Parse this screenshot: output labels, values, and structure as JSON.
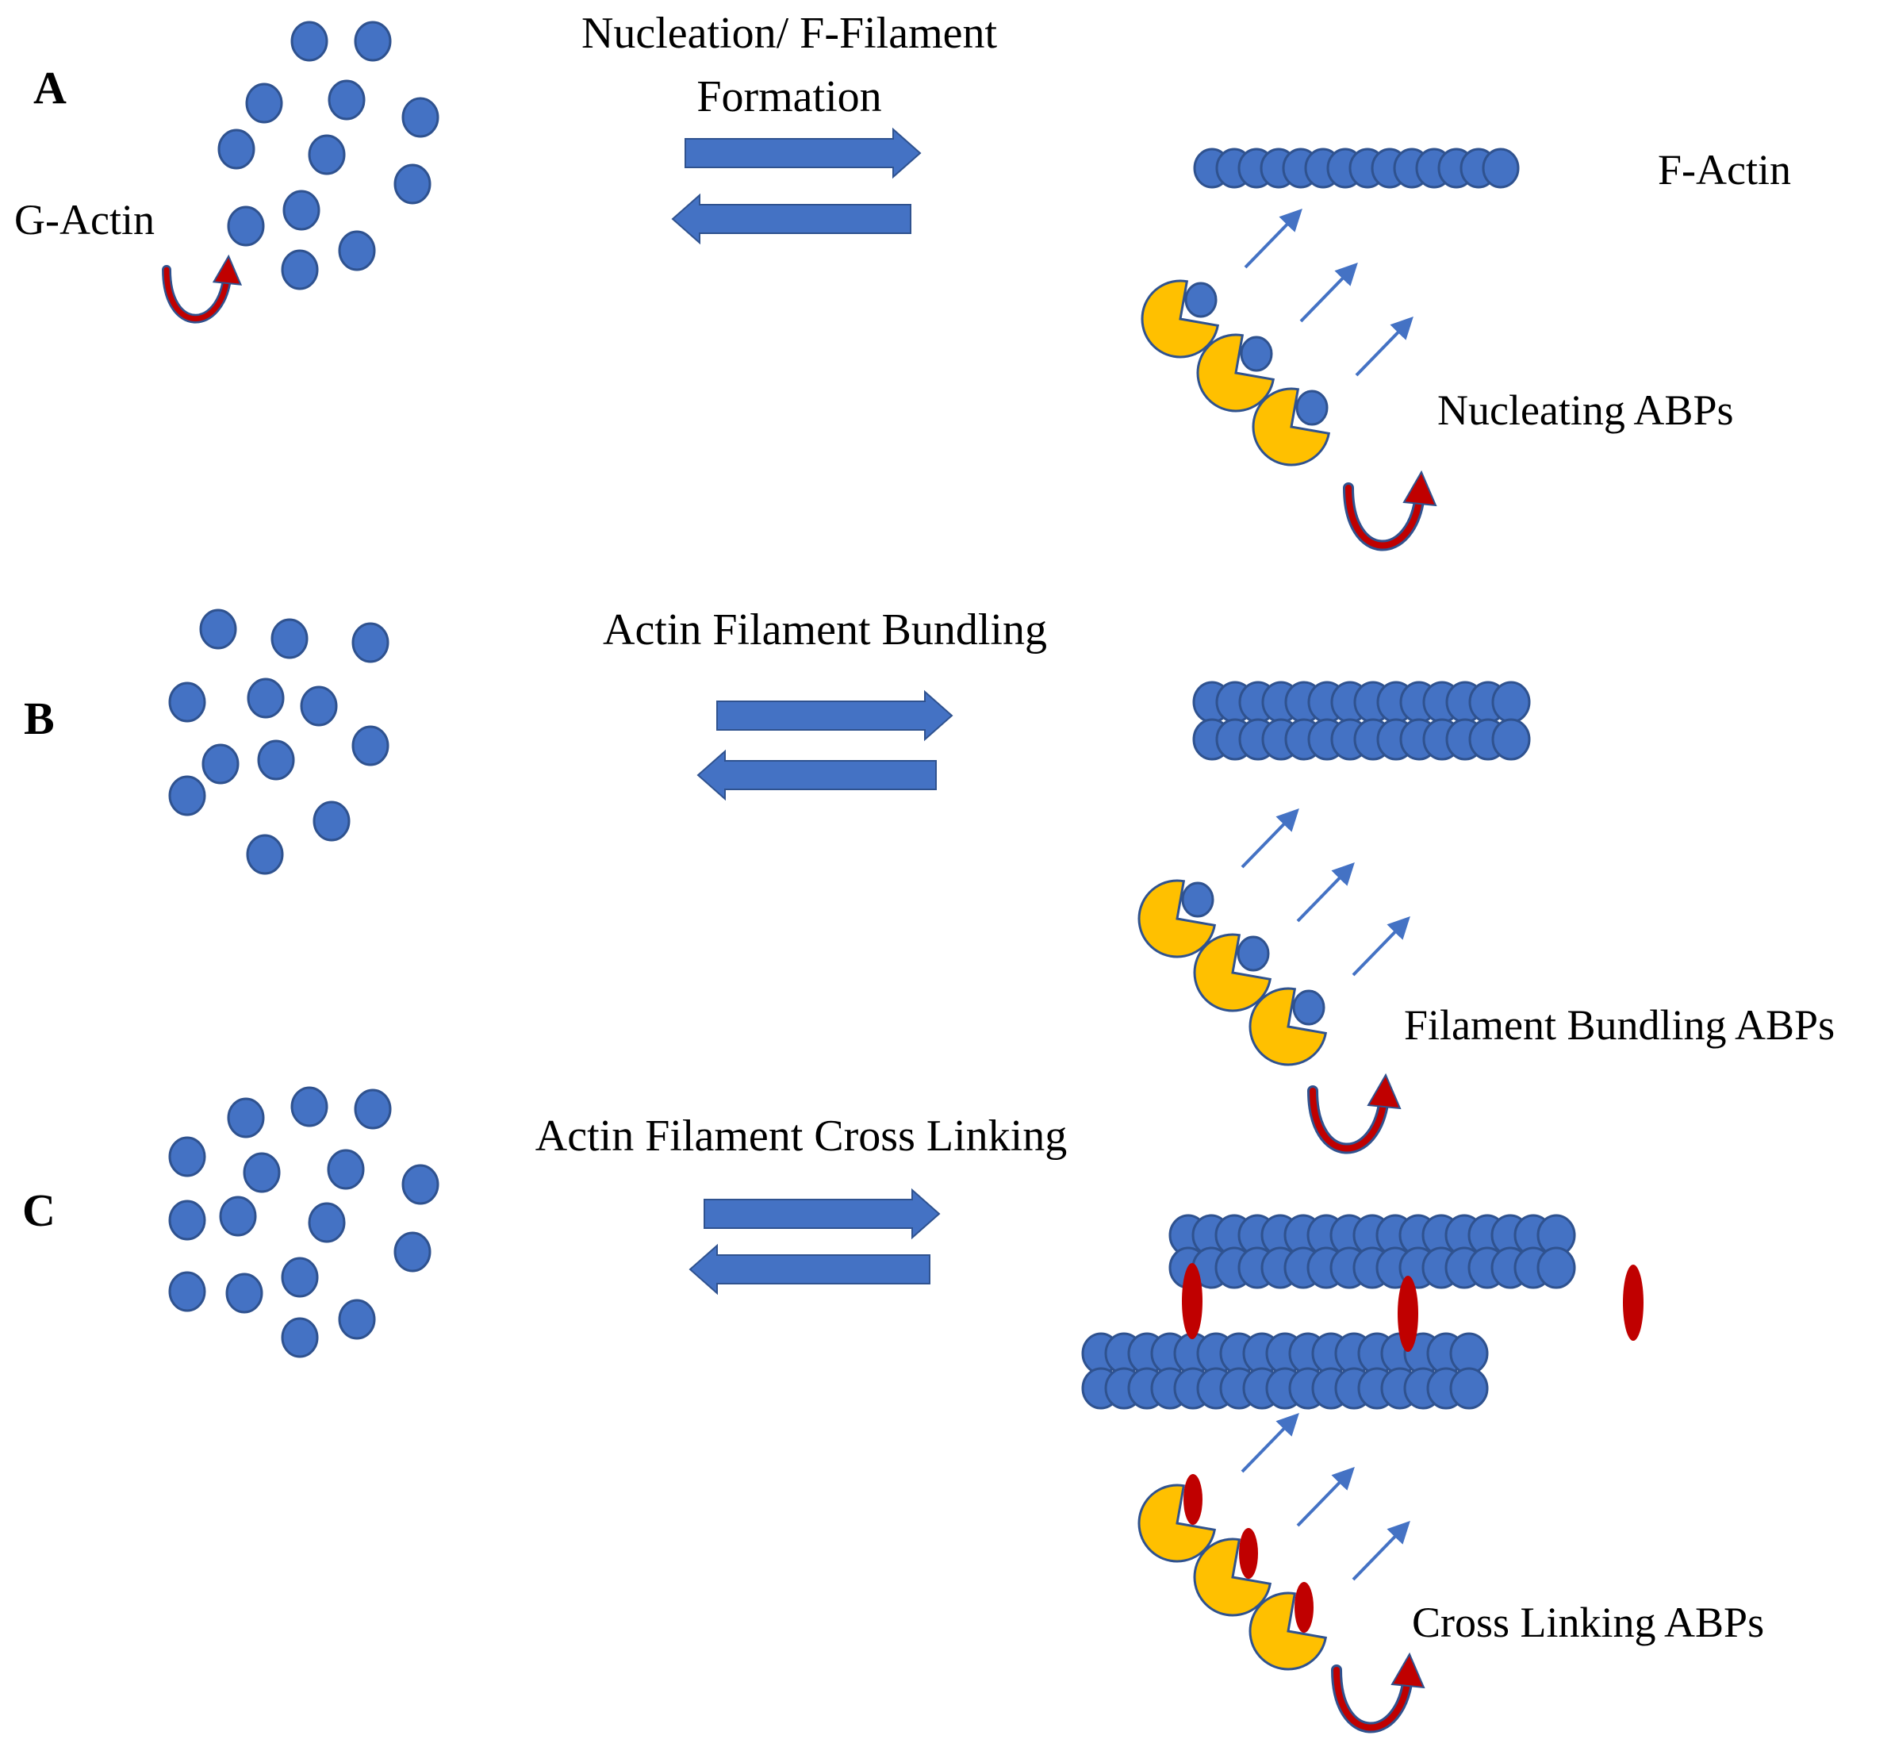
{
  "colors": {
    "actin": "#4472C4",
    "actin_stroke": "#2F528F",
    "abp": "#FFC000",
    "crosslinker": "#C00000",
    "arrow": "#4472C4"
  },
  "panels": [
    {
      "letter": "A",
      "title_lines": [
        "Nucleation/ F-Filament",
        "Formation"
      ],
      "left_label": "G-Actin",
      "product_label": "F-Actin",
      "abp_label": "Nucleating ABPs"
    },
    {
      "letter": "B",
      "title_lines": [
        "Actin Filament Bundling"
      ],
      "product_label": "",
      "abp_label": "Filament Bundling ABPs"
    },
    {
      "letter": "C",
      "title_lines": [
        "Actin Filament Cross Linking"
      ],
      "product_label": "",
      "abp_label": "Cross Linking ABPs"
    }
  ]
}
